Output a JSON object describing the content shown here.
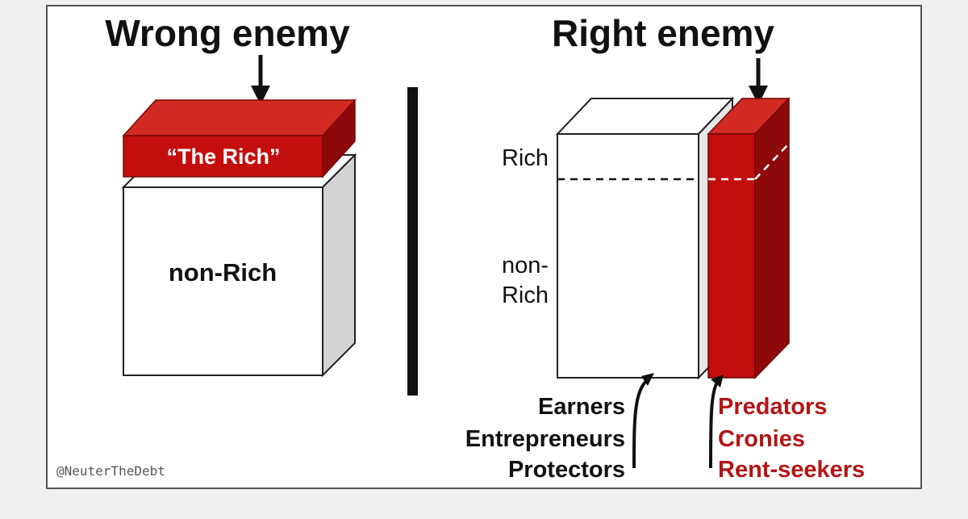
{
  "left": {
    "title": "Wrong enemy",
    "top_label": "“The Rich”",
    "box_label": "non-Rich"
  },
  "right": {
    "title": "Right enemy",
    "rich_label": "Rich",
    "nonrich_label_line1": "non-",
    "nonrich_label_line2": "Rich",
    "good_list": [
      "Earners",
      "Entrepreneurs",
      "Protectors"
    ],
    "bad_list": [
      "Predators",
      "Cronies",
      "Rent-seekers"
    ]
  },
  "credit": "@NeuterTheDebt",
  "colors": {
    "red": "#c40d0d",
    "red_dark": "#8e0a0a",
    "red_top": "#d22a22",
    "gray_side": "#d2d2d2",
    "text_red": "#b31515"
  }
}
